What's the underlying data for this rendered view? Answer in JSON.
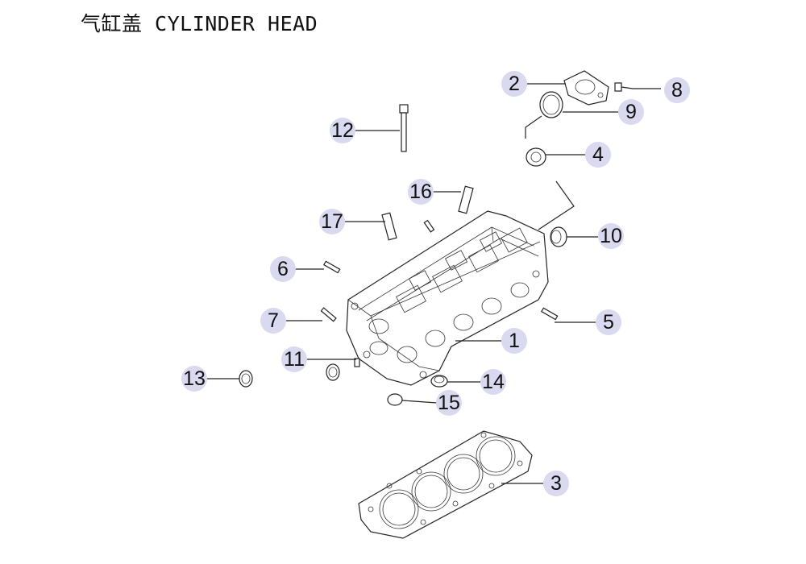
{
  "title": "气缸盖 CYLINDER HEAD",
  "colors": {
    "callout_fill": "#d9d9f0",
    "line": "#222222"
  },
  "callouts": [
    {
      "label": "1"
    },
    {
      "label": "2"
    },
    {
      "label": "3"
    },
    {
      "label": "4"
    },
    {
      "label": "5"
    },
    {
      "label": "6"
    },
    {
      "label": "7"
    },
    {
      "label": "8"
    },
    {
      "label": "9"
    },
    {
      "label": "10"
    },
    {
      "label": "11"
    },
    {
      "label": "12"
    },
    {
      "label": "13"
    },
    {
      "label": "14"
    },
    {
      "label": "15"
    },
    {
      "label": "16"
    },
    {
      "label": "17"
    }
  ]
}
